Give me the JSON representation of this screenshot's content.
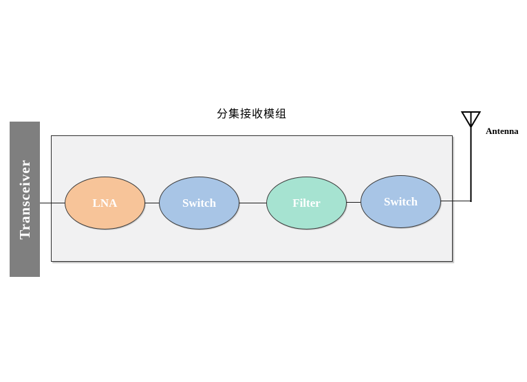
{
  "diagram": {
    "title": "分集接收模组",
    "transceiver_label": "Transceiver",
    "antenna_label": "Antenna",
    "nodes": [
      {
        "id": "lna",
        "label": "LNA",
        "fill": "#f7c499"
      },
      {
        "id": "switch1",
        "label": "Switch",
        "fill": "#a8c5e6"
      },
      {
        "id": "filter",
        "label": "Filter",
        "fill": "#a6e3d1"
      },
      {
        "id": "switch2",
        "label": "Switch",
        "fill": "#a8c5e6"
      }
    ],
    "colors": {
      "transceiver_bar": "#7f7f7f",
      "module_box_fill": "#f1f1f2",
      "outline": "#2e2e2e",
      "node_text": "#ffffff",
      "connector": "#1a1a1a",
      "background": "#ffffff"
    }
  }
}
